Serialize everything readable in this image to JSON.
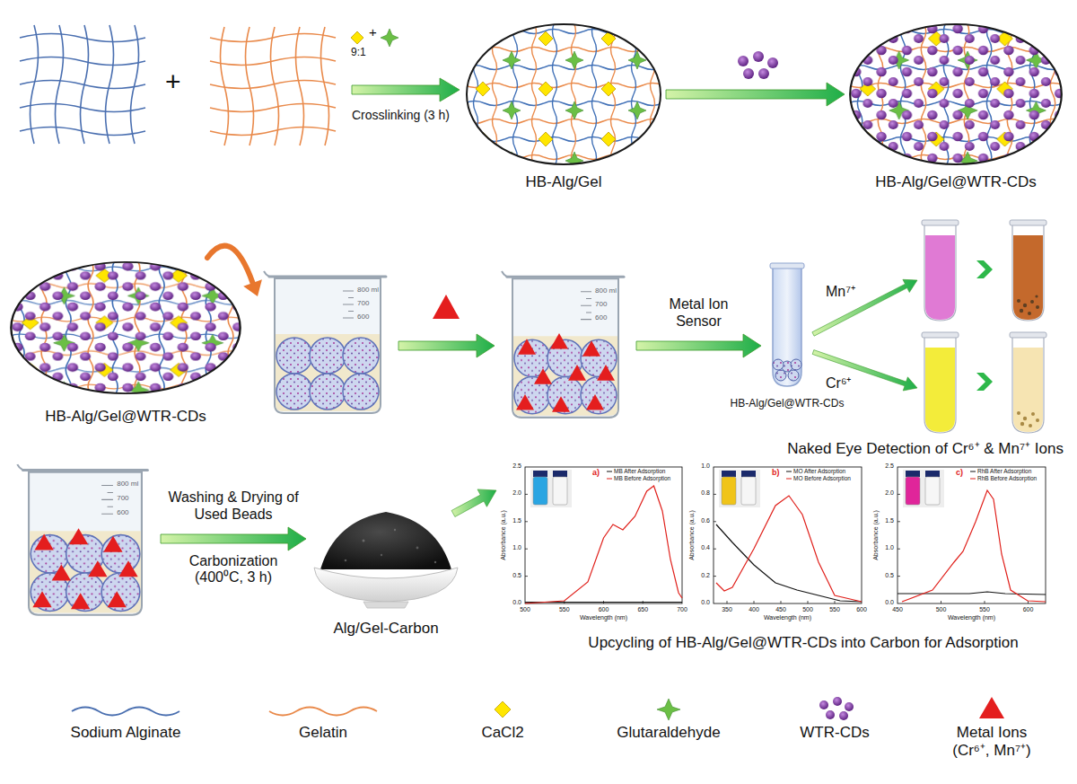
{
  "diagram": {
    "nodes": [
      {
        "text": [
          "HB-Alg/Gel"
        ]
      },
      {
        "text": [
          "HB-Alg/Gel@WTR-CDs"
        ]
      },
      {
        "text": [
          "HB-Alg/Gel@WTR-CDs"
        ]
      },
      {
        "text": [
          "800 ml",
          "700",
          "600"
        ]
      },
      {
        "text": [
          "800 ml",
          "700",
          "600"
        ]
      },
      {
        "text": [
          "HB-Alg/Gel@WTR-CDs"
        ]
      },
      {
        "text": [
          "800 ml",
          "700",
          "600"
        ]
      },
      {
        "text": [
          "Alg/Gel-Carbon"
        ]
      }
    ],
    "edges": [
      {
        "from": 0,
        "to": 1,
        "arrow": "to"
      },
      {
        "from": 2,
        "to": 3,
        "arrow": "to"
      },
      {
        "from": 3,
        "to": 4,
        "arrow": "to"
      },
      {
        "from": 4,
        "to": 5,
        "label": "Metal Ion Sensor",
        "arrow": "to"
      },
      {
        "from": 6,
        "to": 7,
        "label": "Washing & Drying of Used Beads",
        "arrow": "to"
      }
    ],
    "labels": [
      "+",
      "+",
      "9:1",
      "Crosslinking (3 h)",
      "Mn⁷⁺",
      "Cr⁶⁺",
      "Naked Eye Detection of Cr⁶⁺ & Mn⁷⁺ Ions",
      "Carbonization (400⁰C, 3 h)",
      "a)",
      "Absorbance (a.u.)",
      "Wavelength (nm)",
      "0.0",
      "0.5",
      "1.0",
      "1.5",
      "2.0",
      "2.5",
      "500",
      "550",
      "600",
      "650",
      "700",
      "MB After Adsorption",
      "MB Before Adsorption",
      "b)",
      "Absorbance (a.u.)",
      "Wavelength (nm)",
      "0.0",
      "0.2",
      "0.4",
      "0.6",
      "0.8",
      "1.0",
      "350",
      "400",
      "450",
      "500",
      "550",
      "600",
      "MO After Adsorption",
      "MO Before Adsorption",
      "c)",
      "Absorbance (a.u.)",
      "Wavelength (nm)",
      "0.0",
      "0.5",
      "1.0",
      "1.5",
      "2.0",
      "2.5",
      "450",
      "500",
      "550",
      "600",
      "RhB After Adsorption",
      "RhB Before Adsorption",
      "Upcycling of HB-Alg/Gel@WTR-CDs into Carbon for Adsorption"
    ],
    "legend": [
      {
        "text": "Sodium Alginate"
      },
      {
        "text": "Gelatin"
      },
      {
        "text": "CaCl2"
      },
      {
        "text": "Glutaraldehyde"
      },
      {
        "text": "WTR-CDs"
      },
      {
        "text": "Metal Ions (Cr⁶⁺, Mn⁷⁺)"
      }
    ]
  }
}
